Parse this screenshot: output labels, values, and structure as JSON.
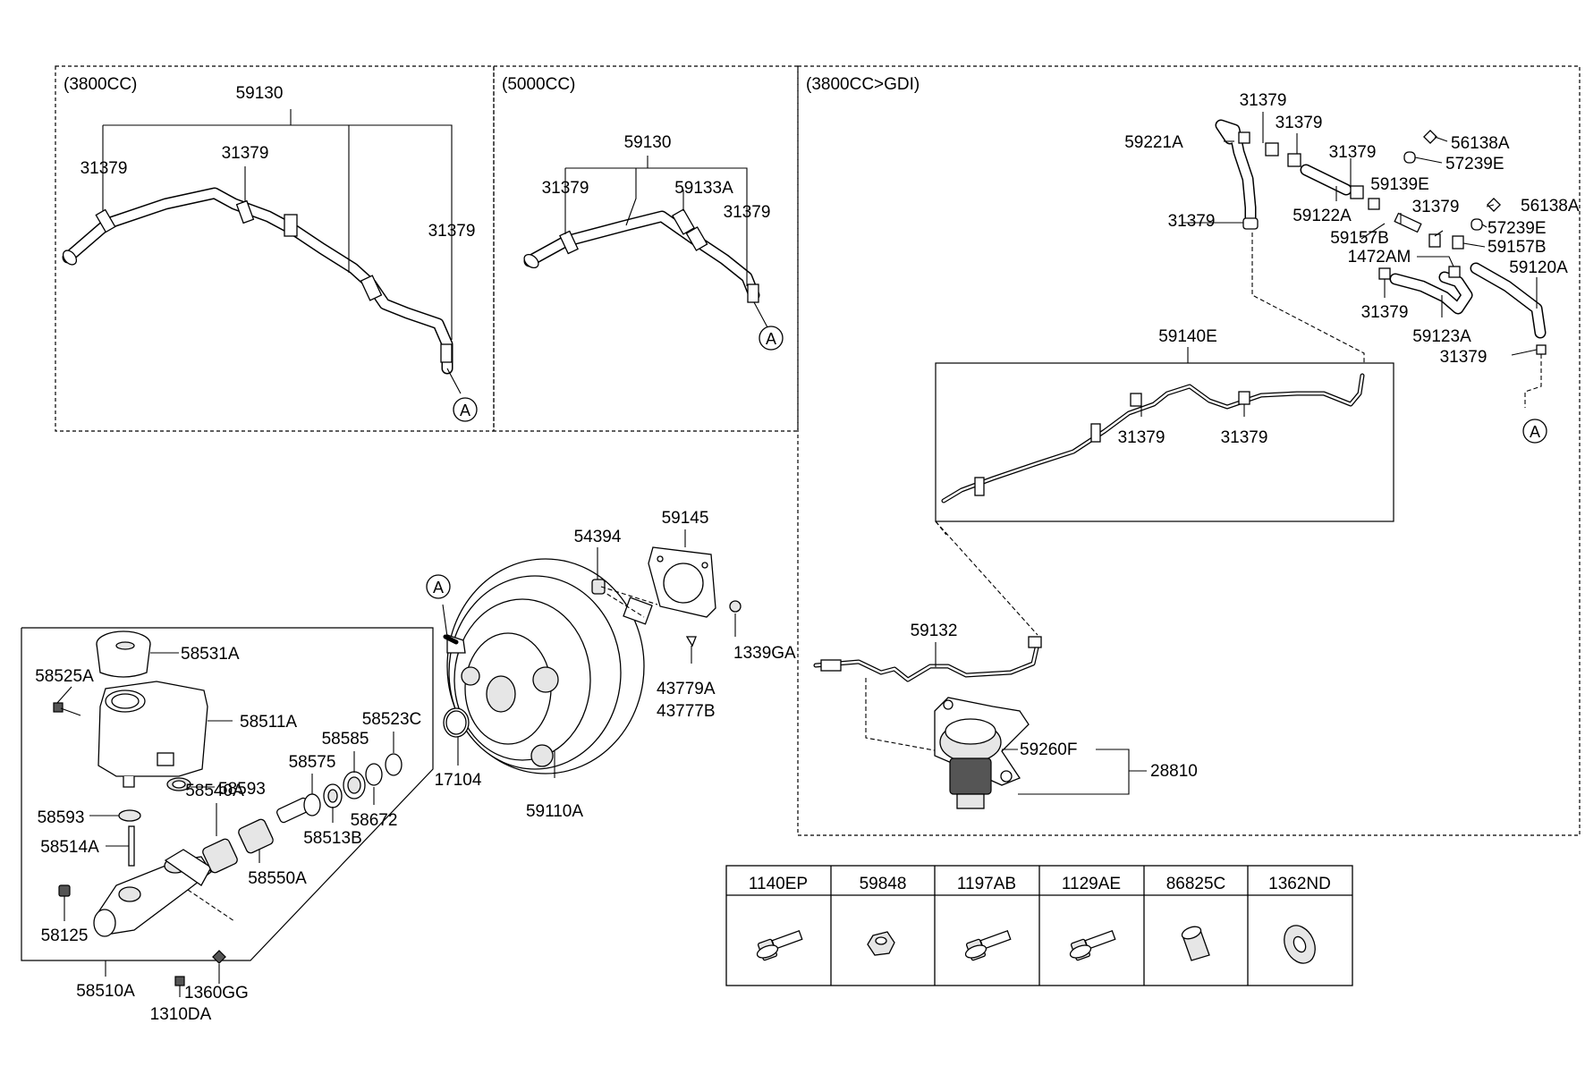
{
  "sections": {
    "s3800": "(3800CC)",
    "s5000": "(5000CC)",
    "sgdi": "(3800CC>GDI)"
  },
  "callout_letter": "A",
  "parts": {
    "p59130a": "59130",
    "p31379a": "31379",
    "p31379b": "31379",
    "p31379c": "31379",
    "p59130b": "59130",
    "p31379d": "31379",
    "p59133A": "59133A",
    "p31379e": "31379",
    "p31379f": "31379",
    "p59221A": "59221A",
    "p31379g": "31379",
    "p31379h": "31379",
    "p56138Aa": "56138A",
    "p57239Ea": "57239E",
    "p59139E": "59139E",
    "p31379i": "31379",
    "p59122A": "59122A",
    "p56138Ab": "56138A",
    "p31379j": "31379",
    "p57239Eb": "57239E",
    "p59157Ba": "59157B",
    "p59157Bb": "59157B",
    "p1472AM": "1472AM",
    "p59120A": "59120A",
    "p31379k": "31379",
    "p59123A": "59123A",
    "p31379l": "31379",
    "p59140E": "59140E",
    "p31379m": "31379",
    "p31379n": "31379",
    "p59145": "59145",
    "p54394": "54394",
    "p1339GA": "1339GA",
    "p43779A": "43779A",
    "p43777B": "43777B",
    "p59132": "59132",
    "p59260F": "59260F",
    "p28810": "28810",
    "p58531A": "58531A",
    "p58525A": "58525A",
    "p58511A": "58511A",
    "p58523C": "58523C",
    "p58585": "58585",
    "p58575": "58575",
    "p17104": "17104",
    "p58593a": "58593",
    "p58593b": "58593",
    "p58540A": "58540A",
    "p58672": "58672",
    "p58514A": "58514A",
    "p58513B": "58513B",
    "p58550A": "58550A",
    "p59110A": "59110A",
    "p58125": "58125",
    "p58510A": "58510A",
    "p1360GG": "1360GG",
    "p1310DA": "1310DA"
  },
  "table": {
    "headers": [
      "1140EP",
      "59848",
      "1197AB",
      "1129AE",
      "86825C",
      "1362ND"
    ],
    "icons": [
      "flange-bolt-icon",
      "nut-icon",
      "flange-bolt-icon",
      "flange-bolt-icon",
      "bushing-icon",
      "washer-icon"
    ]
  }
}
